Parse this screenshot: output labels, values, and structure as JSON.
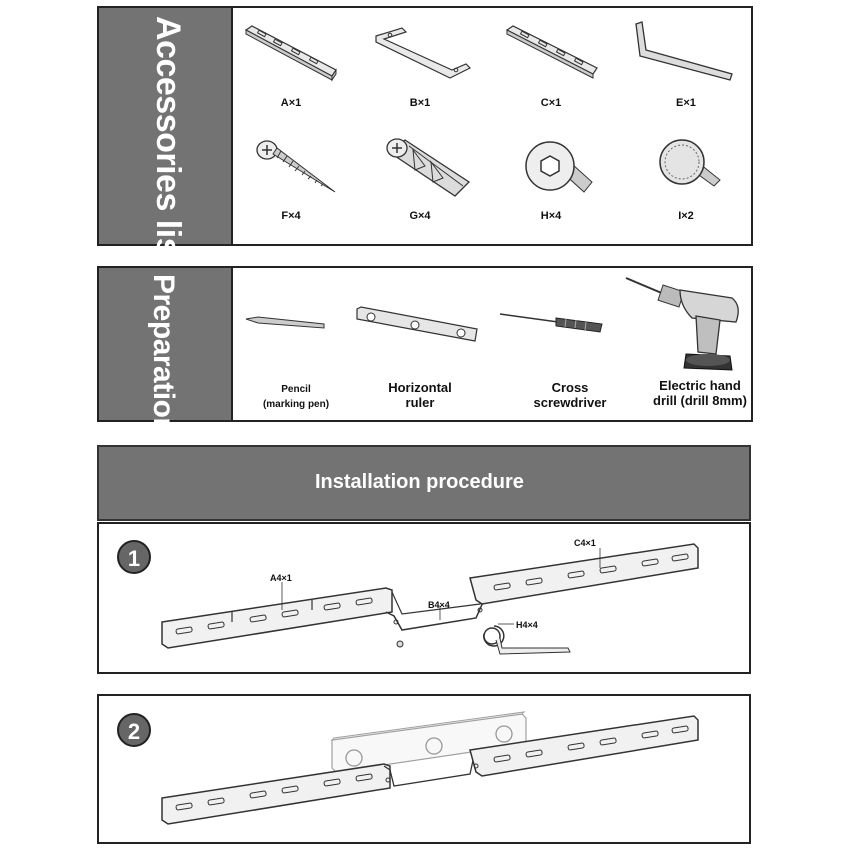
{
  "accessories": {
    "title": "Accessories list",
    "items": [
      {
        "label": "A×1",
        "icon": "long-bracket-plate-icon"
      },
      {
        "label": "B×1",
        "icon": "connector-bracket-icon"
      },
      {
        "label": "C×1",
        "icon": "short-bracket-plate-icon"
      },
      {
        "label": "E×1",
        "icon": "allen-key-icon"
      },
      {
        "label": "F×4",
        "icon": "wood-screw-icon"
      },
      {
        "label": "G×4",
        "icon": "wall-anchor-icon"
      },
      {
        "label": "H×4",
        "icon": "hex-socket-screw-icon"
      },
      {
        "label": "I×2",
        "icon": "thumb-screw-icon"
      }
    ]
  },
  "preparation": {
    "title": "Preparation Tool",
    "items": [
      {
        "line1": "Pencil",
        "line2": "(marking pen)",
        "icon": "pencil-icon"
      },
      {
        "line1": "Horizontal",
        "line2": "ruler",
        "icon": "level-ruler-icon"
      },
      {
        "line1": "Cross",
        "line2": "screwdriver",
        "icon": "screwdriver-icon"
      },
      {
        "line1": "Electric hand",
        "line2": "drill (drill 8mm)",
        "icon": "electric-drill-icon"
      }
    ]
  },
  "installation": {
    "header": "Installation procedure",
    "step1": {
      "number": "1",
      "label_a": "A4×1",
      "label_b": "B4×4",
      "label_c": "C4×1",
      "label_h": "H4×4"
    },
    "step2": {
      "number": "2"
    }
  },
  "colors": {
    "panel_gray": "#737373",
    "border": "#222222"
  }
}
